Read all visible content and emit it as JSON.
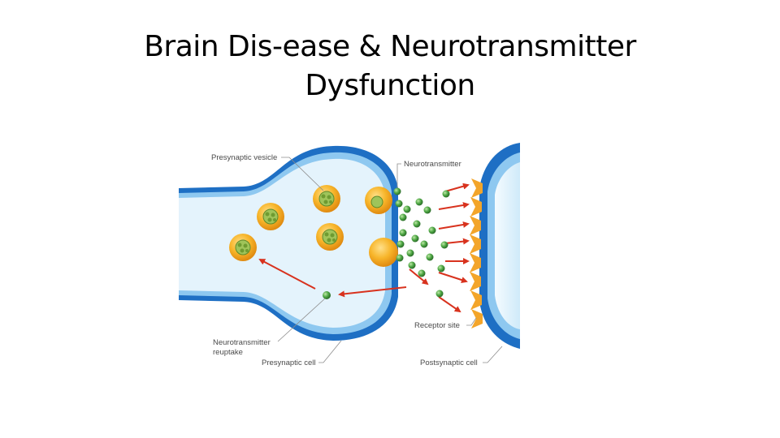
{
  "slide": {
    "title_line1": "Brain Dis-ease & Neurotransmitter",
    "title_line2": "Dysfunction"
  },
  "diagram": {
    "labels": {
      "presynaptic_vesicle": "Presynaptic vesicle",
      "neurotransmitter": "Neurotransmitter",
      "receptor_site": "Receptor site",
      "reuptake_line1": "Neurotransmitter",
      "reuptake_line2": "reuptake",
      "presynaptic_cell": "Presynaptic cell",
      "postsynaptic_cell": "Postsynaptic cell"
    },
    "colors": {
      "membrane_outer": "#1e6fc4",
      "membrane_light": "#8ec8f0",
      "cytoplasm": "#e4f3fc",
      "vesicle": "#f4a81c",
      "neurotransmitter": "#3f9a3a",
      "arrow": "#d8321e",
      "receptor": "#f3a52a"
    }
  }
}
